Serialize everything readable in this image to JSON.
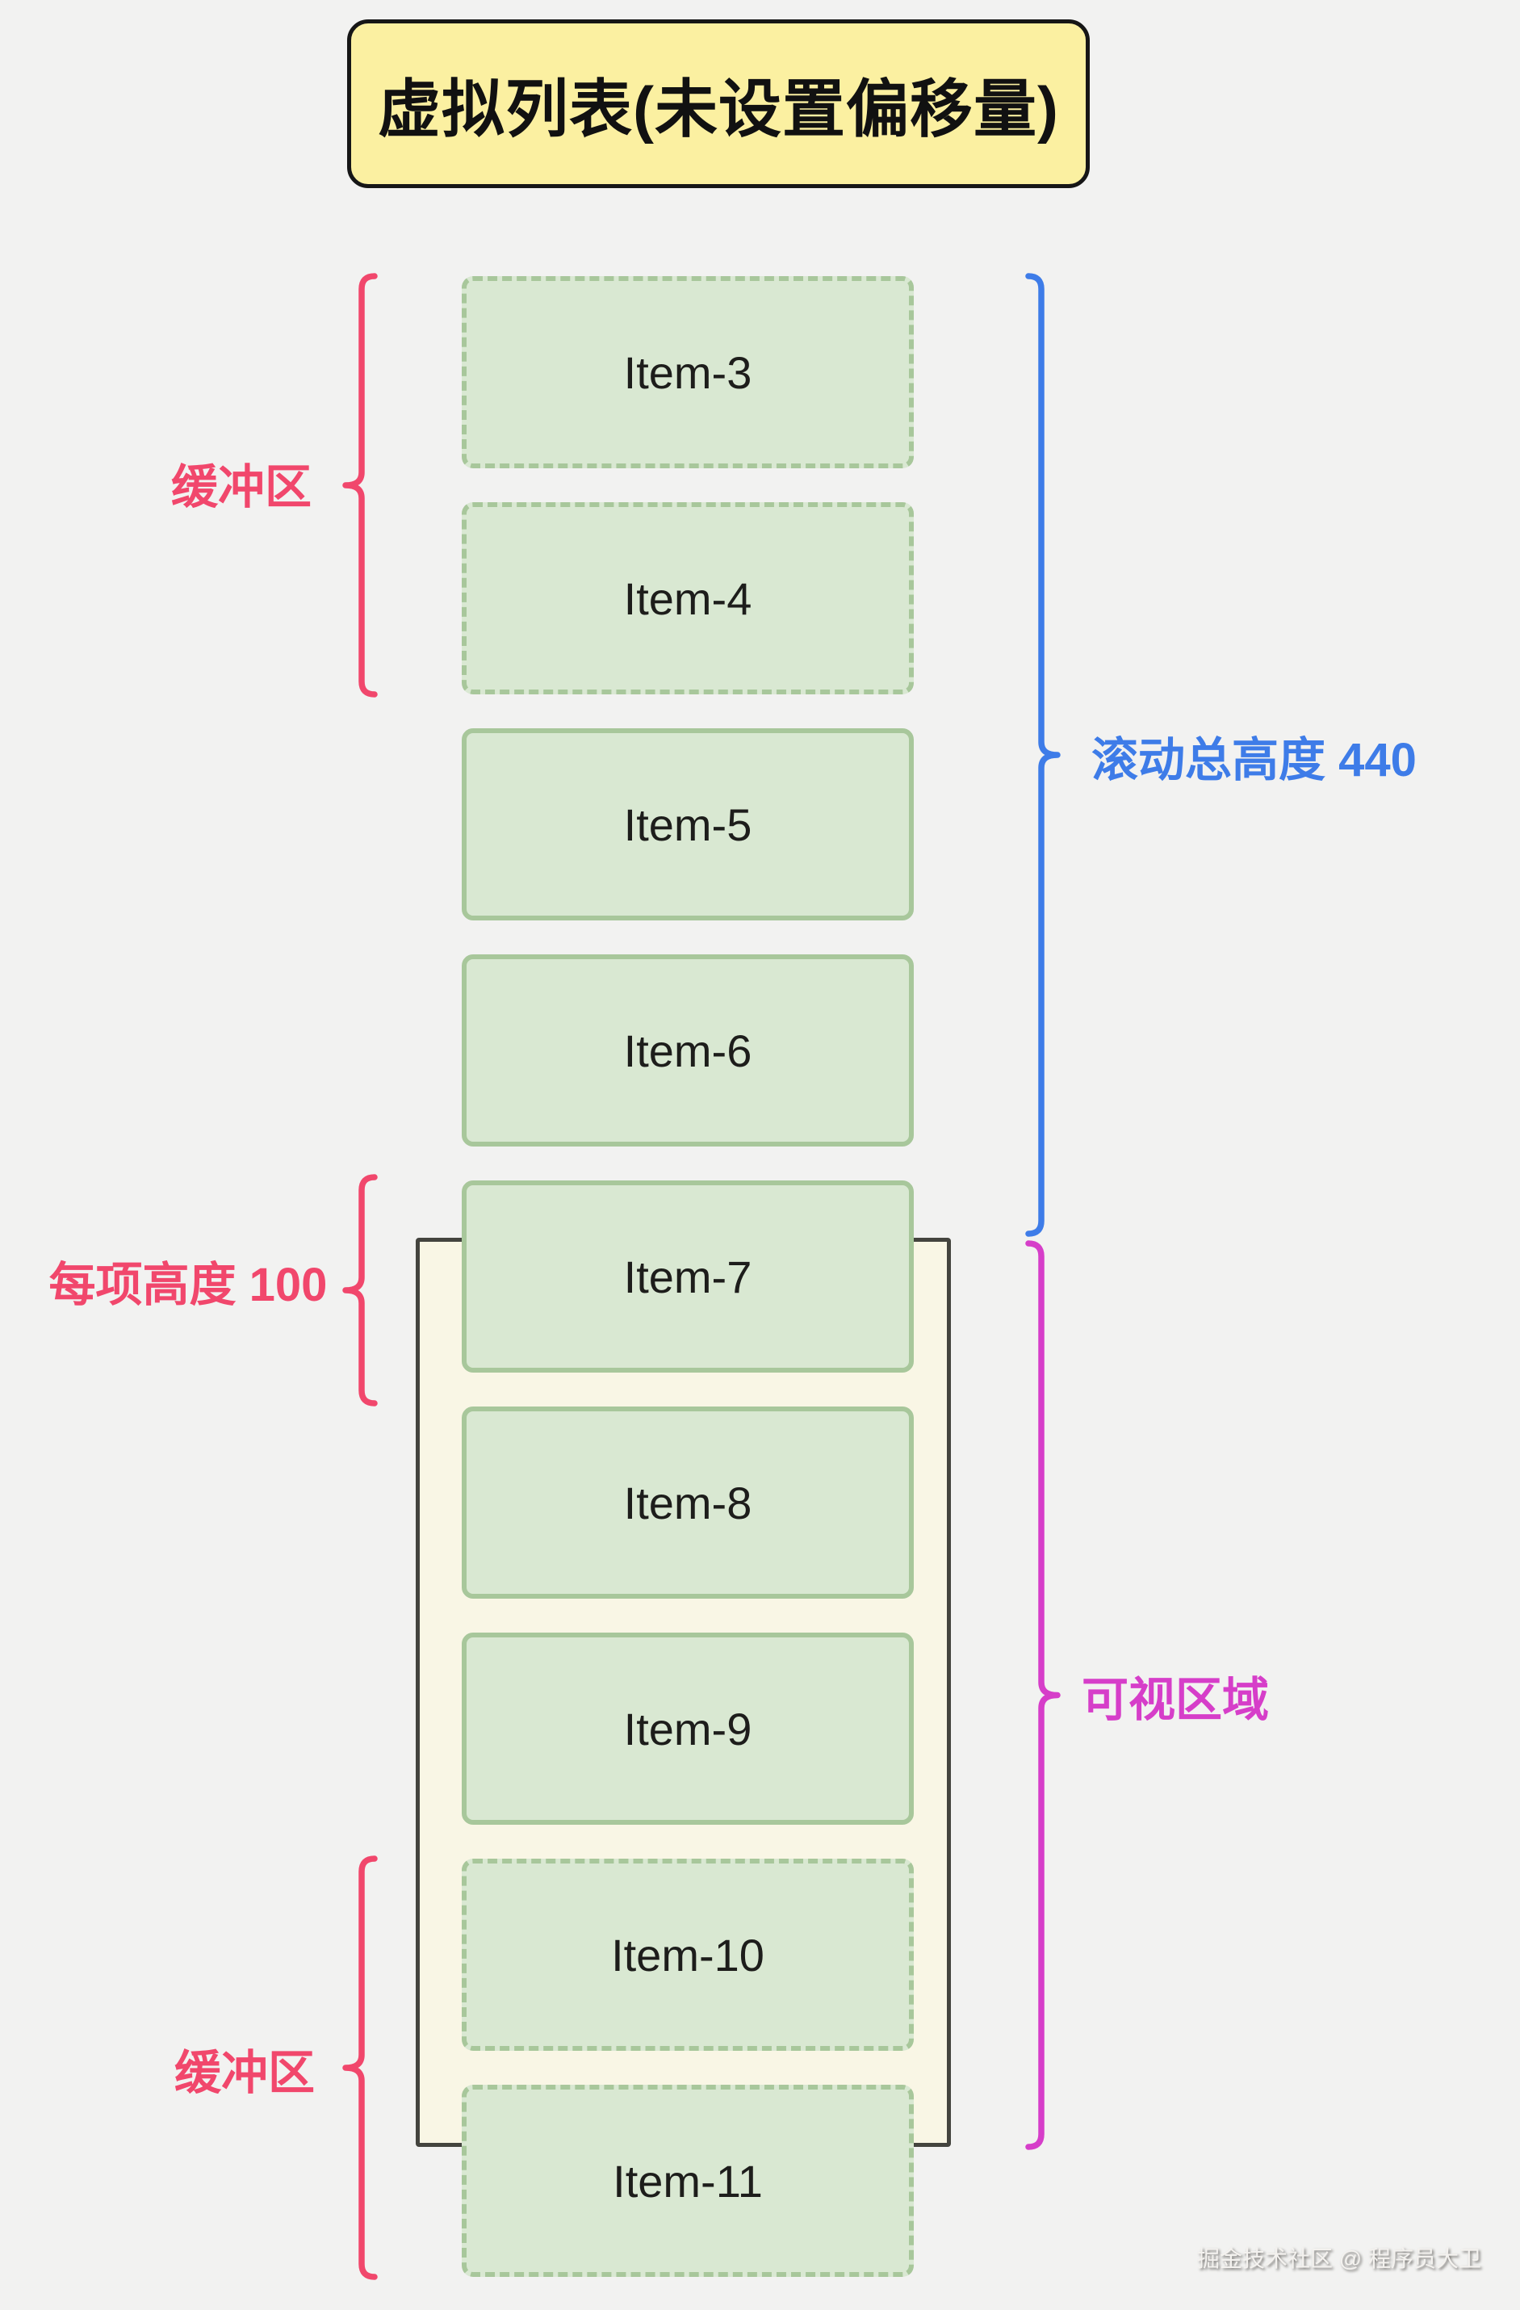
{
  "title": "虚拟列表(未设置偏移量)",
  "items": [
    {
      "label": "Item-3",
      "buffer": true
    },
    {
      "label": "Item-4",
      "buffer": true
    },
    {
      "label": "Item-5",
      "buffer": false
    },
    {
      "label": "Item-6",
      "buffer": false
    },
    {
      "label": "Item-7",
      "buffer": false
    },
    {
      "label": "Item-8",
      "buffer": false
    },
    {
      "label": "Item-9",
      "buffer": false
    },
    {
      "label": "Item-10",
      "buffer": true
    },
    {
      "label": "Item-11",
      "buffer": true
    }
  ],
  "annotations": {
    "buffer_top": "缓冲区",
    "item_height": "每项高度 100",
    "buffer_bottom": "缓冲区",
    "scroll_height": "滚动总高度 440",
    "viewport": "可视区域"
  },
  "watermark": "掘金技术社区 @ 程序员大卫",
  "colors": {
    "background": "#F2F2F1",
    "title_fill": "#FBF0A1",
    "title_border": "#161616",
    "title_text": "#111111",
    "item_fill": "#D9E8D2",
    "item_border": "#A8C79B",
    "item_text": "#1D1D1B",
    "viewport_fill": "#F9F6E5",
    "viewport_border": "#44443E",
    "buffer_annotation": "#F1476C",
    "scroll_annotation": "#3E7CE8",
    "viewport_annotation": "#D63EC9",
    "watermark_text": "#F4F2EF"
  }
}
